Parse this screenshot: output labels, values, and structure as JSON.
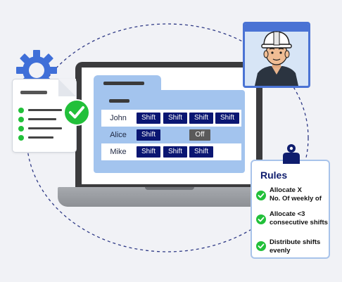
{
  "schedule": {
    "rows": [
      {
        "name": "John",
        "cells": [
          "Shift",
          "Shift",
          "Shift",
          "Shift"
        ]
      },
      {
        "name": "Alice",
        "cells": [
          "Shift",
          "Off"
        ]
      },
      {
        "name": "Mike",
        "cells": [
          "Shift",
          "Shift",
          "Shift"
        ]
      }
    ]
  },
  "rules": {
    "title": "Rules",
    "items": [
      {
        "line1": "Allocate X",
        "line2": "No. Of weekly of"
      },
      {
        "line1": "Allocate <3",
        "line2": "consecutive shifts"
      },
      {
        "line1": "Distribute shifts",
        "line2": "evenly"
      }
    ]
  },
  "colors": {
    "accent_blue": "#0a1672",
    "window_blue": "#a3c4ee",
    "check_green": "#22c03a",
    "gear_blue": "#3f6fd8"
  },
  "icons": {
    "gear": "gear-icon",
    "check": "check-circle-icon",
    "worker": "worker-avatar-icon",
    "clipboard": "clipboard-icon"
  }
}
